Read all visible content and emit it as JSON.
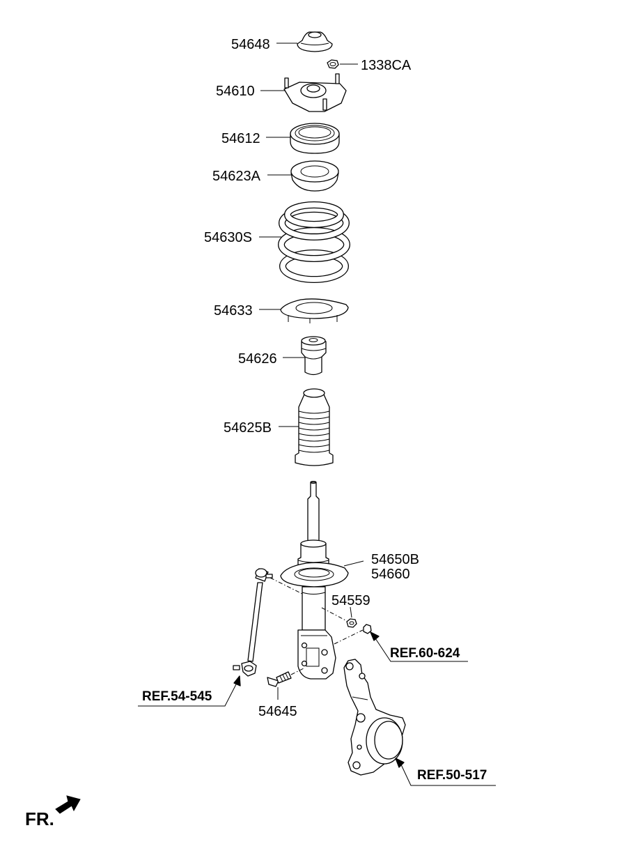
{
  "labels": {
    "p54648": "54648",
    "p1338ca": "1338CA",
    "p54610": "54610",
    "p54612": "54612",
    "p54623a": "54623A",
    "p54630s": "54630S",
    "p54633": "54633",
    "p54626": "54626",
    "p54625b": "54625B",
    "p54650b": "54650B",
    "p54660": "54660",
    "p54559": "54559",
    "p54645": "54645"
  },
  "refs": {
    "ref60": "REF.60-624",
    "ref54": "REF.54-545",
    "ref50": "REF.50-517"
  },
  "direction": {
    "fr": "FR."
  }
}
